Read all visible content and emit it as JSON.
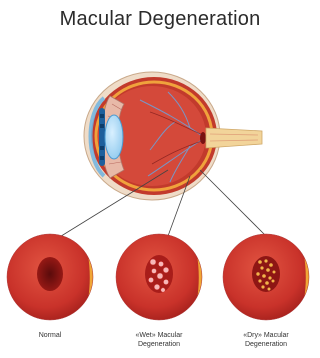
{
  "title": "Macular Degeneration",
  "captions": {
    "normal": "Normal",
    "wet_line1": "«Wet» Macular",
    "wet_line2": "Degeneration",
    "dry_line1": "«Dry» Macular",
    "dry_line2": "Degeneration"
  },
  "colors": {
    "sclera": "#ecd9c6",
    "choroid": "#c0392b",
    "retina": "#e8963a",
    "macula_normal": "#7a1212",
    "lens": "#2f8fd0",
    "iris": "#1e5f9c",
    "optic_nerve": "#f2d49a"
  }
}
